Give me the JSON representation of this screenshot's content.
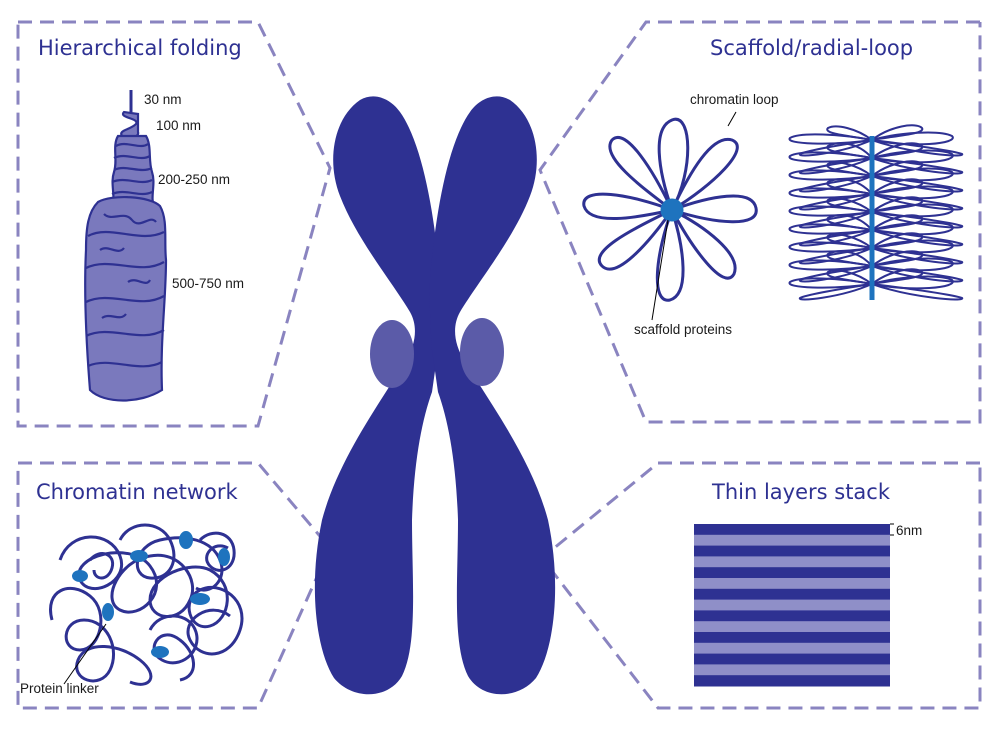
{
  "panels": {
    "hierarchical": {
      "title": "Hierarchical folding",
      "labels": [
        "30 nm",
        "100 nm",
        "200-250 nm",
        "500-750 nm"
      ]
    },
    "scaffold": {
      "title": "Scaffold/radial-loop",
      "loop_label": "chromatin loop",
      "protein_label": "scaffold proteins"
    },
    "network": {
      "title": "Chromatin network",
      "linker_label": "Protein linker"
    },
    "layers": {
      "title": "Thin layers stack",
      "thickness_label": "6nm"
    }
  },
  "colors": {
    "chromosome": "#2e3192",
    "centromere": "#5b5ba8",
    "dash_border": "#8a84c0",
    "fiber_fill": "#7a79bd",
    "scaffold_protein": "#1e73be",
    "layer_light": "#8f8fc8"
  }
}
